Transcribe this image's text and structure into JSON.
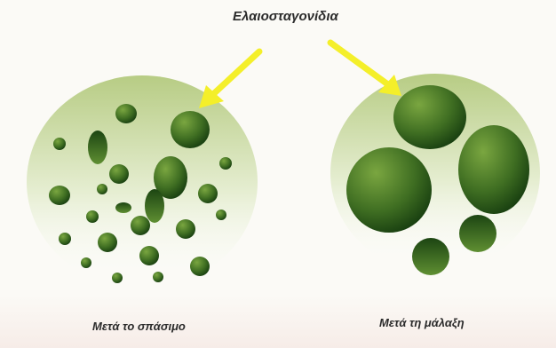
{
  "diagram": {
    "label_top": "Ελαιοσταγονίδια",
    "caption_left": "Μετά το σπάσιμο",
    "caption_right": "Μετά τη μάλαξη",
    "colors": {
      "droplet_dark": "#1f4a16",
      "droplet_light": "#6b9a38",
      "arrow": "#f4ef2a",
      "disc_top": "#bcd08a",
      "disc_bottom": "#ffffff"
    }
  }
}
